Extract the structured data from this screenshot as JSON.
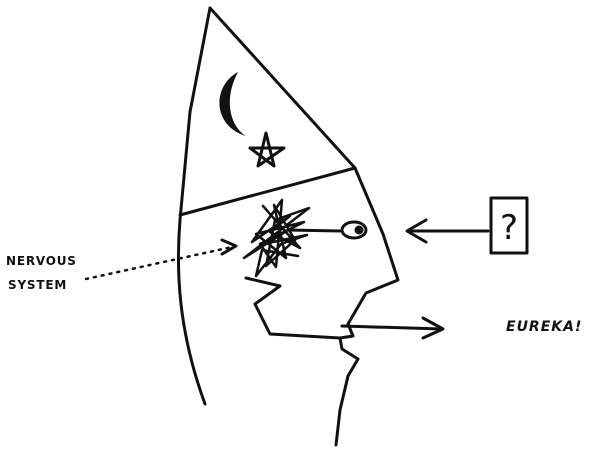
{
  "labels": {
    "input_symbol": "?",
    "nervous_system_line1": "NERVOUS",
    "nervous_system_line2": "SYSTEM",
    "output": "EUREKA!"
  },
  "colors": {
    "ink": "#111111",
    "paper": "#ffffff"
  }
}
